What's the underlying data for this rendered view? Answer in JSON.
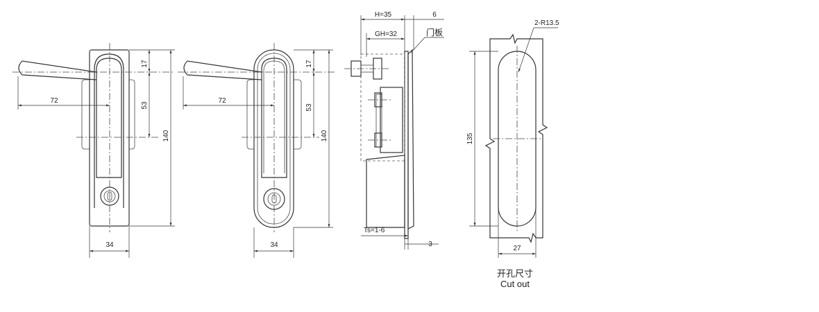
{
  "front_view_a": {
    "dim_width": "34",
    "dim_height": "140",
    "dim_top": "17",
    "dim_handle_span": "53",
    "dim_handle_reach": "72"
  },
  "front_view_b": {
    "dim_width": "34",
    "dim_height": "140",
    "dim_top": "17",
    "dim_handle_span": "53",
    "dim_handle_reach": "72"
  },
  "side_view": {
    "dim_h": "H=35",
    "dim_gh": "GH=32",
    "dim_panel_thickness": "6",
    "label_door_panel": "门板",
    "dim_ts": "Ts=1-6",
    "dim_bottom": "3"
  },
  "cutout_view": {
    "dim_radius": "2-R13.5",
    "dim_height": "135",
    "dim_width": "27",
    "caption_cn": "开孔尺寸",
    "caption_en": "Cut out"
  }
}
